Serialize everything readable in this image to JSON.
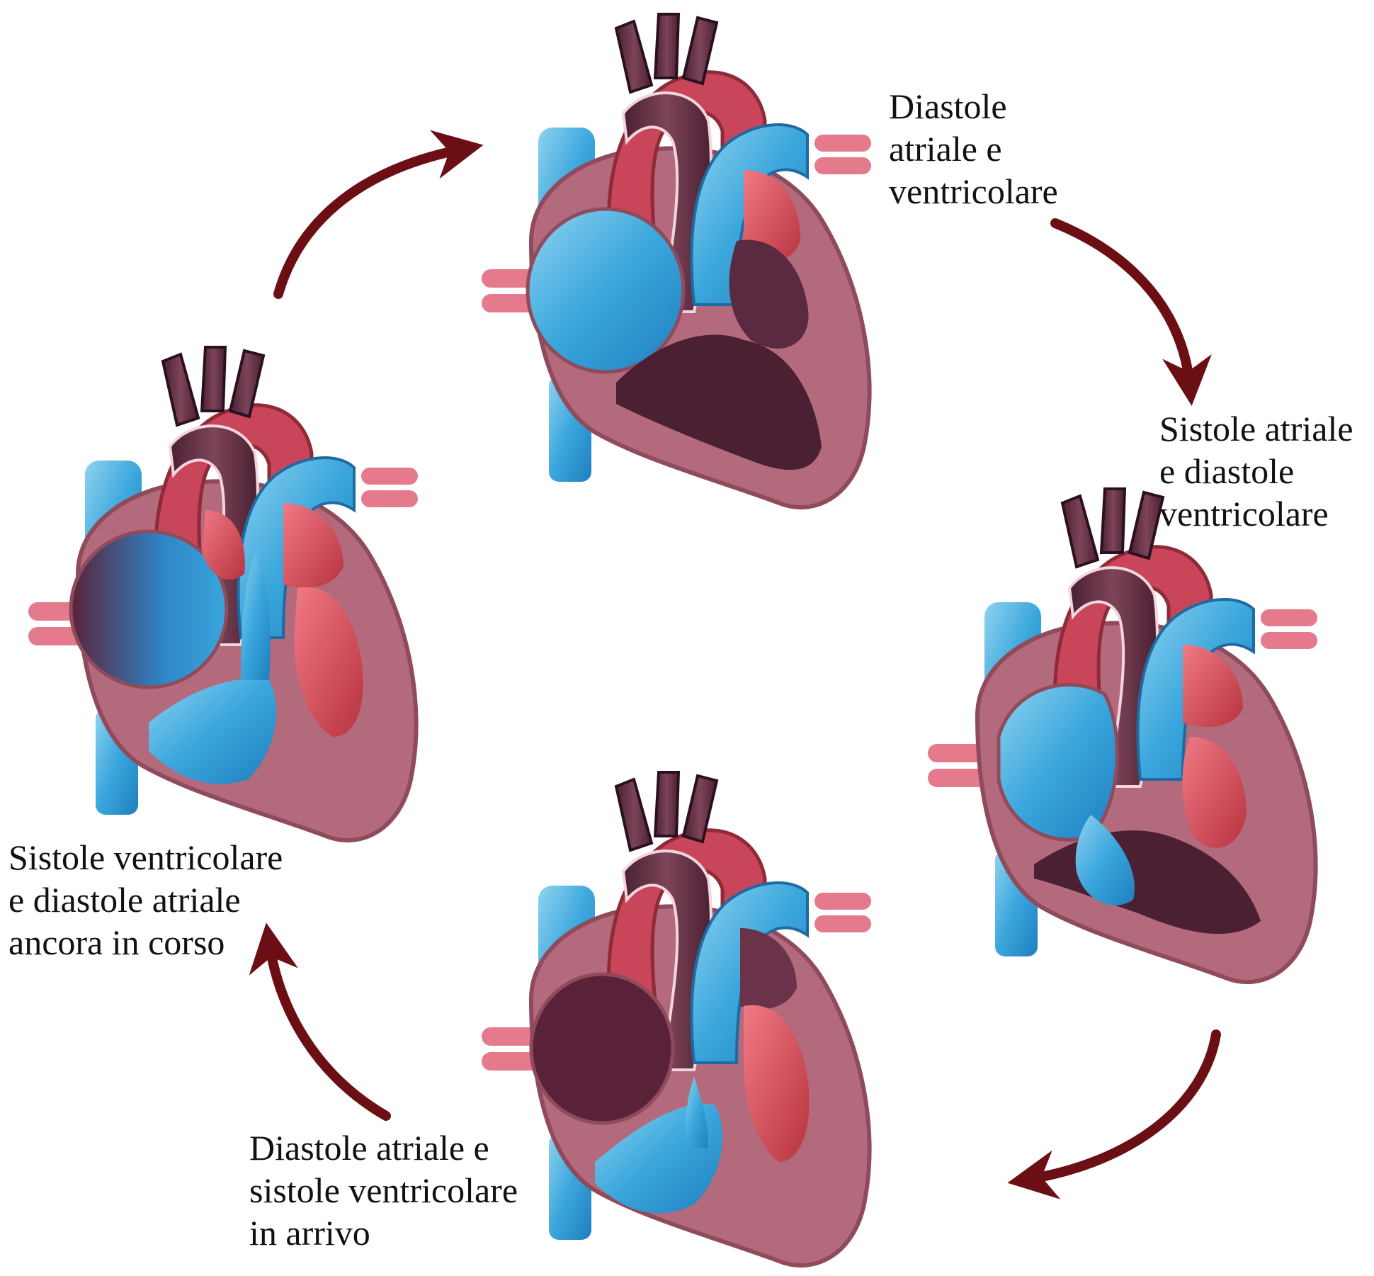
{
  "stages": {
    "top": {
      "label": "Diastole\natriale e\nventricolare"
    },
    "right": {
      "label": "Sistole atriale\ne diastole\nventricolare"
    },
    "bottom": {
      "label": "Diastole atriale e\nsistole ventricolare\nin arrivo"
    },
    "left": {
      "label": "Sistole ventricolare\ne diastole atriale\nancora in corso"
    }
  },
  "colors": {
    "arrow": "#6b0f14",
    "myocardium": "#b36a7c",
    "myocardium_dark": "#8f4a5c",
    "venous_blue": "#3aa6dc",
    "venous_light": "#8fd3f0",
    "arterial_red": "#d8505e",
    "arterial_dark": "#b8323f",
    "aorta_plum": "#6b3349",
    "chamber_dark": "#4a2032",
    "background": "#ffffff"
  },
  "hearts": {
    "top": {
      "right_atrium": "blue",
      "left_atrium": "red",
      "ventricles": "dark"
    },
    "right": {
      "right_atrium": "blue",
      "left_atrium": "red",
      "ventricles": "filling"
    },
    "bottom": {
      "right_atrium": "dark",
      "left_atrium": "dark",
      "ventricles": "full"
    },
    "left": {
      "right_atrium": "mixed",
      "left_atrium": "red",
      "ventricles": "full"
    }
  },
  "icons": {
    "cycle_arrow": "curved-arrow-icon",
    "heart": "heart-anatomy-icon"
  }
}
